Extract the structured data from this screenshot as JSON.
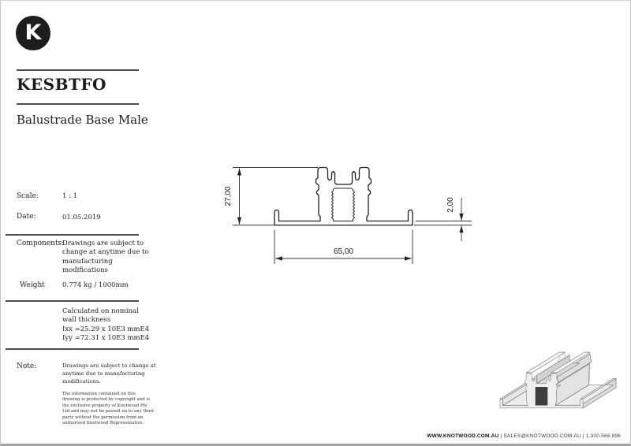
{
  "header": {
    "logo_letter": "K",
    "product_code": "KESBTFO",
    "product_name": "Balustrade Base Male"
  },
  "specs": {
    "scale_label": "Scale:",
    "scale_value": "1 : 1",
    "date_label": "Date:",
    "date_value": "01.05.2019",
    "components_label": "Components:",
    "components_lines": [
      "Drawings are subject to",
      "change at anytime due to",
      "manufacturing",
      "modifications"
    ],
    "weight_label": "Weight",
    "weight_value": "0.774 kg / 1000mm"
  },
  "calculation": {
    "lines": [
      "Calculated on nominal",
      "wall thickness",
      "Ixx =25.29 x 10E3 mmE4",
      "Iyy =72.31 x 10E3 mmE4"
    ]
  },
  "note": {
    "label": "Note:",
    "lines": [
      "Drawings are subject to change at",
      "anytime due to manufacturing",
      "modifications."
    ],
    "fine_print_lines": [
      "The information contained on this",
      "drawing is protected by copyright and is",
      "the exclusive property of Knotwood Pty",
      "Ltd and may not be passed on to any third",
      "party without the permission from an",
      "authorised Knotwood Representative."
    ]
  },
  "drawing": {
    "dim_height": "27,00",
    "dim_thickness": "2,00",
    "dim_width": "65,00"
  },
  "footer": {
    "text_bold": "WWW.KNOTWOOD.COM.AU",
    "text_rest": " | SALES@KNOTWOOD.COM.AU | 1.300.566.896"
  }
}
